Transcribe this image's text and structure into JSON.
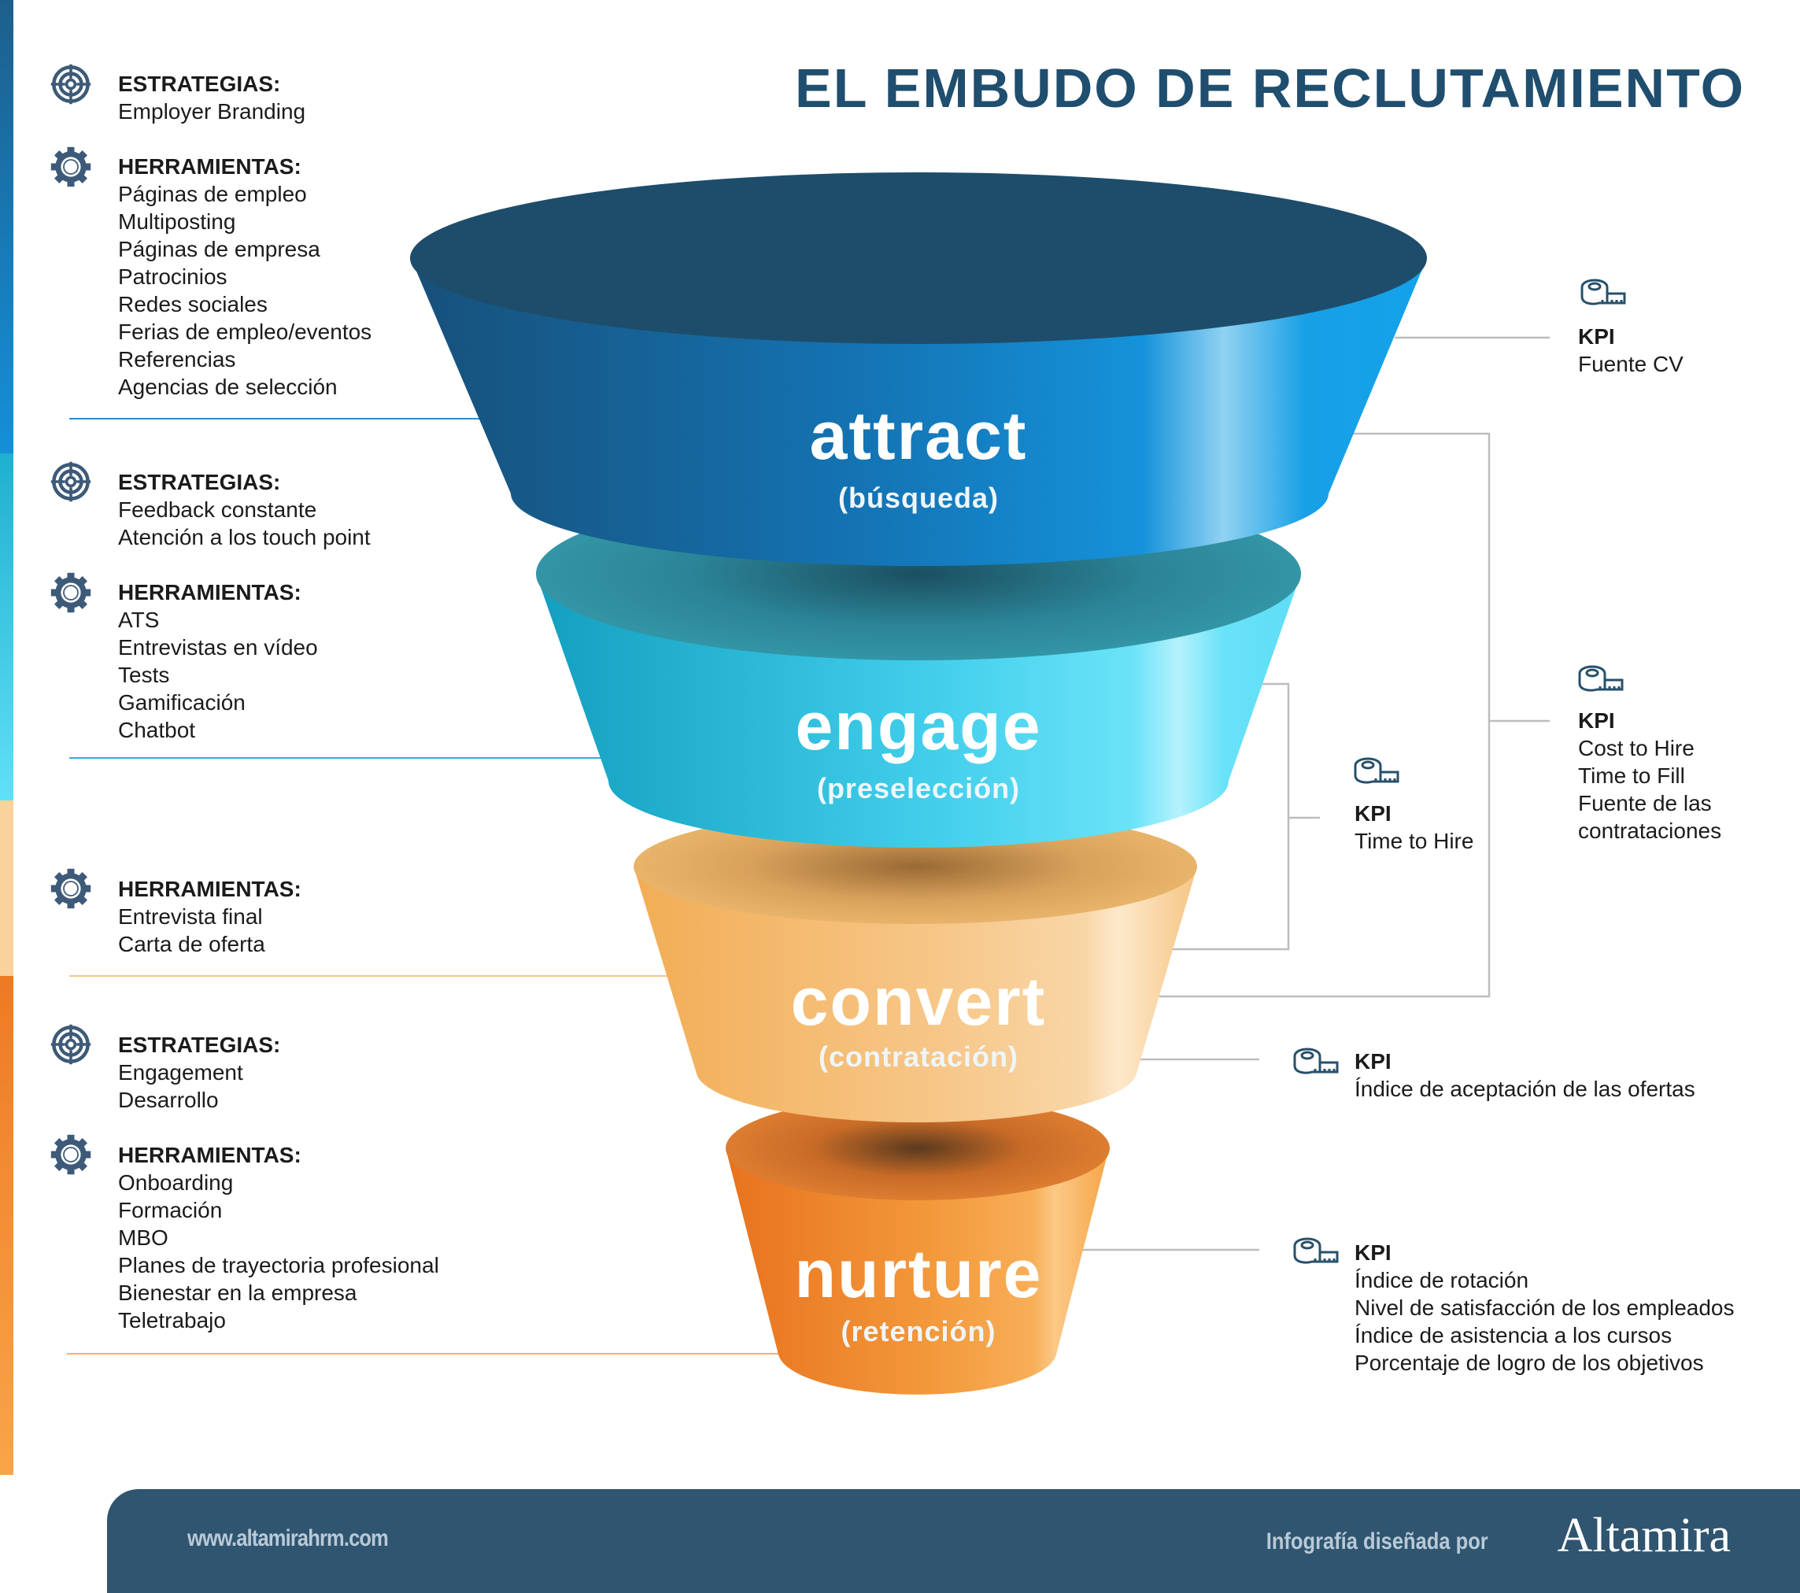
{
  "title": "EL EMBUDO DE RECLUTAMIENTO",
  "colors": {
    "attract": "#1577b8",
    "engage": "#2fc3e3",
    "convert": "#f4b563",
    "nurture": "#ef7b22",
    "dark": "#1f4e6e",
    "footer": "#2f5570"
  },
  "left": {
    "attract": {
      "strategies_label": "ESTRATEGIAS:",
      "strategies": [
        "Employer Branding"
      ],
      "tools_label": "HERRAMIENTAS:",
      "tools": [
        "Páginas de empleo",
        "Multiposting",
        "Páginas de empresa",
        "Patrocinios",
        "Redes sociales",
        "Ferias de empleo/eventos",
        "Referencias",
        "Agencias de selección"
      ]
    },
    "engage": {
      "strategies_label": "ESTRATEGIAS:",
      "strategies": [
        "Feedback constante",
        "Atención a los touch point"
      ],
      "tools_label": "HERRAMIENTAS:",
      "tools": [
        "ATS",
        "Entrevistas en vídeo",
        "Tests",
        "Gamificación",
        "Chatbot"
      ]
    },
    "convert": {
      "tools_label": "HERRAMIENTAS:",
      "tools": [
        "Entrevista final",
        "Carta de oferta"
      ]
    },
    "nurture": {
      "strategies_label": "ESTRATEGIAS:",
      "strategies": [
        "Engagement",
        "Desarrollo"
      ],
      "tools_label": "HERRAMIENTAS:",
      "tools": [
        "Onboarding",
        "Formación",
        "MBO",
        "Planes de trayectoria profesional",
        "Bienestar en la empresa",
        "Teletrabajo"
      ]
    }
  },
  "funnel": [
    {
      "name": "attract",
      "subtitle": "(búsqueda)"
    },
    {
      "name": "engage",
      "subtitle": "(preselección)"
    },
    {
      "name": "convert",
      "subtitle": "(contratación)"
    },
    {
      "name": "nurture",
      "subtitle": "(retención)"
    }
  ],
  "kpis": [
    {
      "label": "KPI",
      "items": [
        "Fuente CV"
      ]
    },
    {
      "label": "KPI",
      "items": [
        "Cost to Hire",
        "Time to Fill",
        "Fuente de las",
        "contrataciones"
      ]
    },
    {
      "label": "KPI",
      "items": [
        "Time to Hire"
      ]
    },
    {
      "label": "KPI",
      "items": [
        "Índice de aceptación de las ofertas"
      ]
    },
    {
      "label": "KPI",
      "items": [
        "Índice de rotación",
        "Nivel de satisfacción de los empleados",
        "Índice de asistencia a los cursos",
        "Porcentaje de logro de los objetivos"
      ]
    }
  ],
  "footer": {
    "url": "www.altamirahrm.com",
    "credit": "Infografía diseñada por",
    "logo": "Altamira"
  }
}
